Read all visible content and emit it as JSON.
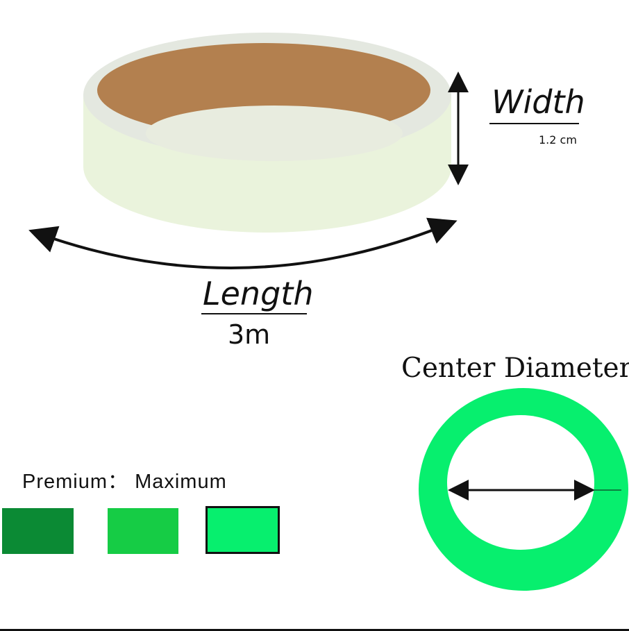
{
  "width": {
    "title": "Width",
    "value": "1.2 cm"
  },
  "length": {
    "title": "Length",
    "value": "3m"
  },
  "center_diameter": {
    "title": "Center Diameter"
  },
  "grades": {
    "label": "Premium： Maximum",
    "swatches": [
      {
        "color": "#0b8a34",
        "selected": false
      },
      {
        "color": "#16cc45",
        "selected": false
      },
      {
        "color": "#07ef6e",
        "selected": true
      }
    ]
  },
  "colors": {
    "tape": "#eef6e2",
    "core": "#b07a4e",
    "ring": "#07ef6e"
  }
}
